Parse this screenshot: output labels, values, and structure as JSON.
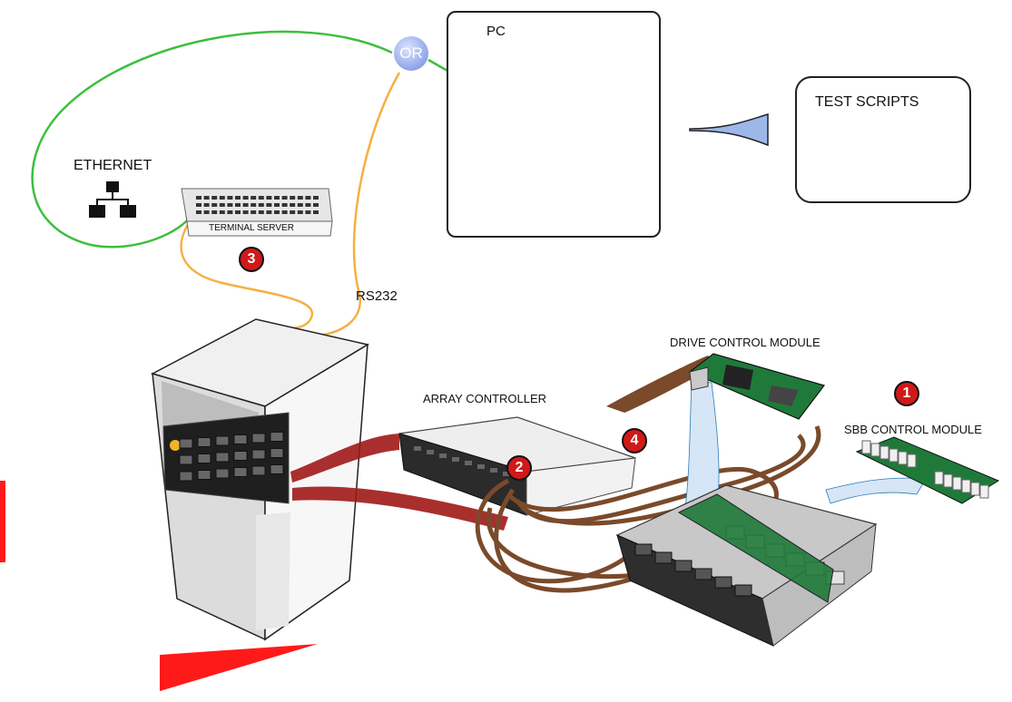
{
  "labels": {
    "pc": "PC",
    "test_scripts": "TEST SCRIPTS",
    "ethernet": "ETHERNET",
    "terminal_server": "TERMINAL SERVER",
    "rs232": "RS232",
    "drive_control_module": "DRIVE CONTROL MODULE",
    "array_controller": "ARRAY CONTROLLER",
    "sbb_control_module": "SBB CONTROL MODULE",
    "or_node": "OR"
  },
  "badges": [
    "1",
    "2",
    "3",
    "4"
  ],
  "colors": {
    "ethernet_cable": "#3cbf3c",
    "serial_cable": "#f5b041",
    "sas_cable": "#7a4a2a",
    "badge_red": "#d01919",
    "or_node": "#8fa4e8",
    "accent_red": "#ff1a1a"
  },
  "icons": [
    "network-topology-icon",
    "desktop-computer-icon",
    "terminal-server-icon",
    "server-rack-icon",
    "array-controller-icon",
    "drive-module-icon",
    "sbb-module-icon",
    "disk-enclosure-icon"
  ]
}
